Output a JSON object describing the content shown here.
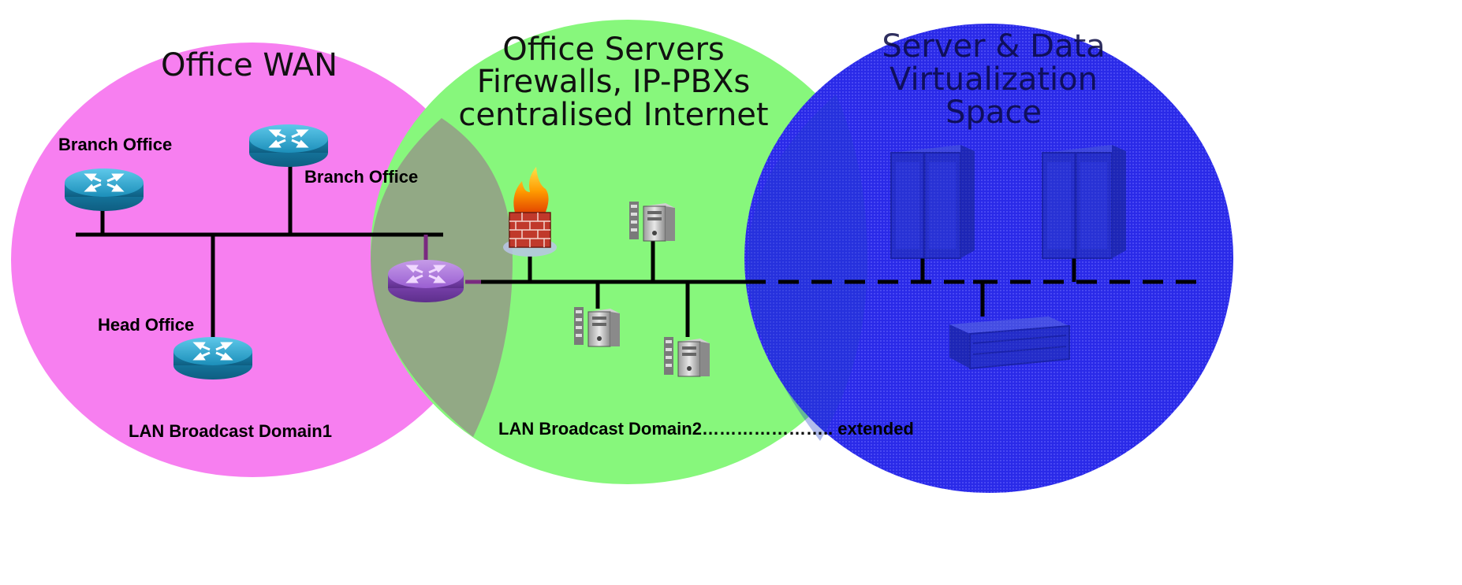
{
  "diagram": {
    "regions": [
      {
        "id": "office-wan",
        "title_lines": [
          "Office WAN"
        ],
        "color": "#f77ff0",
        "footer": "LAN Broadcast Domain1"
      },
      {
        "id": "office-servers",
        "title_lines": [
          "Office Servers",
          "Firewalls, IP-PBXs",
          "centralised Internet"
        ],
        "color": "#87f77c",
        "footer": "LAN Broadcast Domain2………………….. extended"
      },
      {
        "id": "virtualization",
        "title_lines": [
          "Server & Data",
          "Virtualization",
          "Space"
        ],
        "color": "#2424e6"
      }
    ],
    "nodes": {
      "branch_office_1": {
        "label": "Branch Office",
        "icon": "router-icon"
      },
      "branch_office_2": {
        "label": "Branch Office",
        "icon": "router-icon"
      },
      "head_office": {
        "label": "Head Office",
        "icon": "router-icon"
      },
      "core_router": {
        "icon": "router-icon"
      },
      "firewall": {
        "icon": "firewall-icon"
      },
      "servers": [
        {
          "icon": "server-tower-icon"
        },
        {
          "icon": "server-tower-icon"
        },
        {
          "icon": "server-tower-icon"
        }
      ],
      "virtual_servers": [
        {
          "icon": "rack-server-icon"
        },
        {
          "icon": "rack-server-icon"
        },
        {
          "icon": "blade-server-icon"
        }
      ]
    },
    "colors": {
      "router_body": "#1f9fc9",
      "core_router_body": "#a05ad0",
      "bus_line": "#000000",
      "firewall_brick": "#c0392b"
    }
  }
}
